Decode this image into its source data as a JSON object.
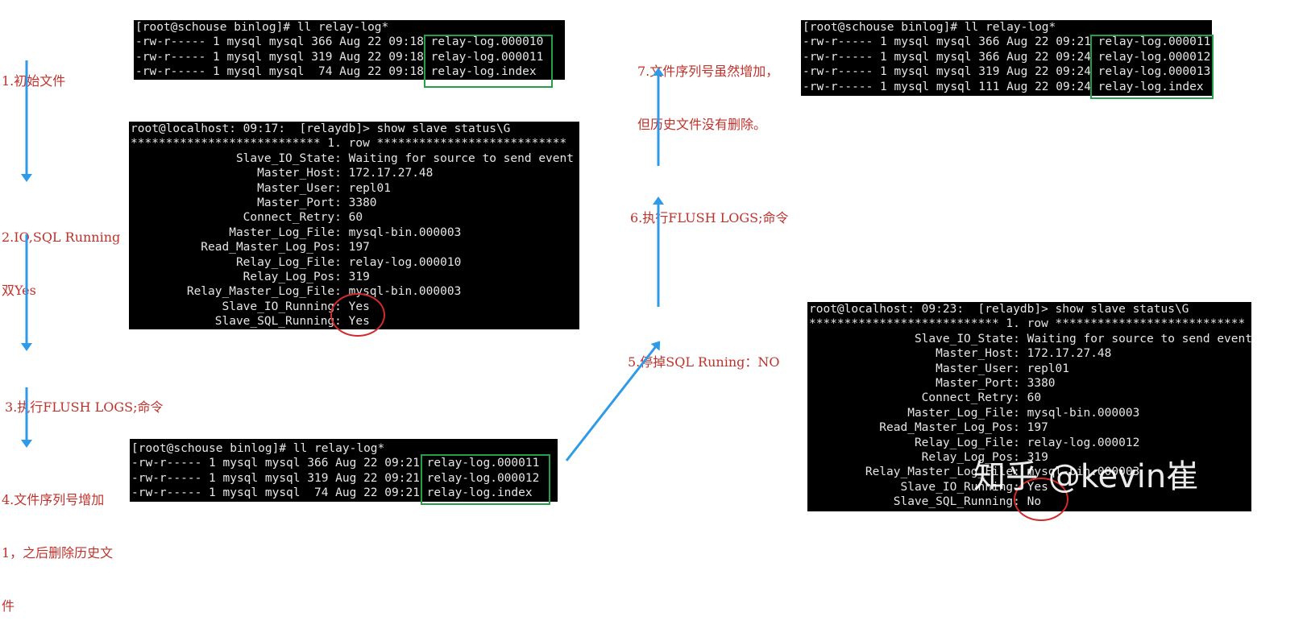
{
  "labels": {
    "step1": [
      "1.初始文件"
    ],
    "step2": [
      "2.IO,SQL Running",
      "双Yes"
    ],
    "step3": [
      "3.执行FLUSH LOGS;命令"
    ],
    "step4": [
      "4.文件序列号增加",
      "1，之后删除历史文",
      "件"
    ],
    "step5": [
      "5.停掉SQL Runing：NO"
    ],
    "step6": [
      "6.执行FLUSH LOGS;命令"
    ],
    "step7": [
      "7.文件序列号虽然增加，",
      "但历史文件没有删除。"
    ]
  },
  "terminals": {
    "t1": [
      "[root@schouse binlog]# ll relay-log*",
      "-rw-r----- 1 mysql mysql 366 Aug 22 09:18 relay-log.000010",
      "-rw-r----- 1 mysql mysql 319 Aug 22 09:18 relay-log.000011",
      "-rw-r----- 1 mysql mysql  74 Aug 22 09:18 relay-log.index"
    ],
    "t2": [
      "root@localhost: 09:17:  [relaydb]> show slave status\\G",
      "*************************** 1. row ***************************",
      "               Slave_IO_State: Waiting for source to send event",
      "                  Master_Host: 172.17.27.48",
      "                  Master_User: repl01",
      "                  Master_Port: 3380",
      "                Connect_Retry: 60",
      "              Master_Log_File: mysql-bin.000003",
      "          Read_Master_Log_Pos: 197",
      "               Relay_Log_File: relay-log.000010",
      "                Relay_Log_Pos: 319",
      "        Relay_Master_Log_File: mysql-bin.000003",
      "             Slave_IO_Running: Yes",
      "            Slave_SQL_Running: Yes"
    ],
    "t3": [
      "[root@schouse binlog]# ll relay-log*",
      "-rw-r----- 1 mysql mysql 366 Aug 22 09:21 relay-log.000011",
      "-rw-r----- 1 mysql mysql 319 Aug 22 09:21 relay-log.000012",
      "-rw-r----- 1 mysql mysql  74 Aug 22 09:21 relay-log.index"
    ],
    "t4": [
      "root@localhost: 09:23:  [relaydb]> show slave status\\G",
      "*************************** 1. row ***************************",
      "               Slave_IO_State: Waiting for source to send event",
      "                  Master_Host: 172.17.27.48",
      "                  Master_User: repl01",
      "                  Master_Port: 3380",
      "                Connect_Retry: 60",
      "              Master_Log_File: mysql-bin.000003",
      "          Read_Master_Log_Pos: 197",
      "               Relay_Log_File: relay-log.000012",
      "                Relay_Log_Pos: 319",
      "        Relay_Master_Log_File: mysql-bin.000003",
      "             Slave_IO_Running: Yes",
      "            Slave_SQL_Running: No"
    ],
    "t5": [
      "[root@schouse binlog]# ll relay-log*",
      "-rw-r----- 1 mysql mysql 366 Aug 22 09:21 relay-log.000011",
      "-rw-r----- 1 mysql mysql 366 Aug 22 09:24 relay-log.000012",
      "-rw-r----- 1 mysql mysql 319 Aug 22 09:24 relay-log.000013",
      "-rw-r----- 1 mysql mysql 111 Aug 22 09:24 relay-log.index"
    ]
  },
  "watermark": "知乎 @kevin崔",
  "colors": {
    "label": "#c0312b",
    "arrow": "#2f9be8",
    "highlight_box": "#24a048",
    "highlight_ring": "#d42a2a",
    "terminal_bg": "#000000",
    "terminal_fg": "#e6e6e6"
  }
}
